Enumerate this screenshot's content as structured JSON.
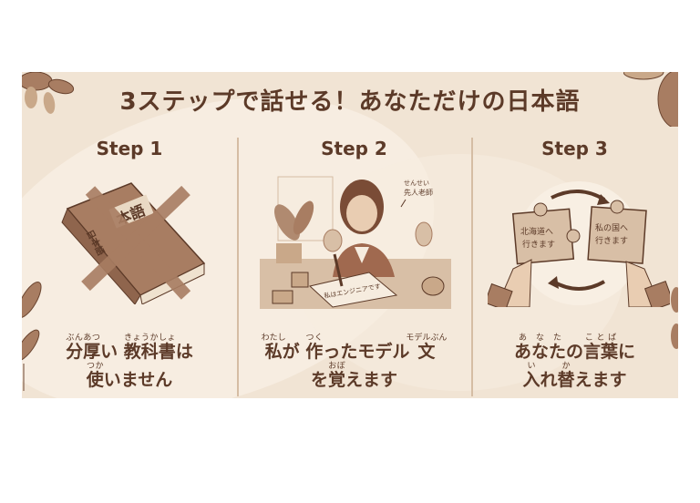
{
  "poster": {
    "title": "3ステップで話せる！あなただけの日本語",
    "colors": {
      "background": "#f1e4d4",
      "text": "#5c3a28",
      "divider": "#d5bda4",
      "illustration": "#a87d62"
    }
  },
  "steps": [
    {
      "label": "Step 1",
      "illustration": {
        "type": "crossed-out-textbook",
        "cover_text": "本語",
        "spine_text": "日本語"
      },
      "caption": {
        "line1": [
          {
            "base": "分厚",
            "ruby": "ぶんあつ"
          },
          {
            "base": "い "
          },
          {
            "base": "教科書",
            "ruby": "きょうかしょ"
          },
          {
            "base": "は"
          }
        ],
        "line2": [
          {
            "base": "使",
            "ruby": "つか"
          },
          {
            "base": "いません"
          }
        ]
      }
    },
    {
      "label": "Step 2",
      "illustration": {
        "type": "teacher-writing",
        "speech_ruby": "せんせい",
        "speech_text": "先人老師",
        "notebook_text": "私はエンジニアです"
      },
      "caption": {
        "line1": [
          {
            "base": "私",
            "ruby": "わたし"
          },
          {
            "base": "が "
          },
          {
            "base": "作",
            "ruby": "つく"
          },
          {
            "base": "ったモデル"
          },
          {
            "base": "文",
            "ruby": "モデルぶん"
          }
        ],
        "line1_extra_ruby": "おぼ",
        "line2": [
          {
            "base": "を"
          },
          {
            "base": "覚",
            "ruby": "おぼ"
          },
          {
            "base": "えます"
          }
        ]
      }
    },
    {
      "label": "Step 3",
      "illustration": {
        "type": "puzzle-swap",
        "left_piece": [
          "北海道へ",
          "行きます"
        ],
        "right_piece": [
          "私の国へ",
          "行きます"
        ]
      },
      "caption": {
        "line1": [
          {
            "base": "あなた",
            "ruby": "あなた"
          },
          {
            "base": "の"
          },
          {
            "base": "言葉",
            "ruby": "ことば"
          },
          {
            "base": "に"
          }
        ],
        "line2": [
          {
            "base": "入",
            "ruby": "い"
          },
          {
            "base": "れ"
          },
          {
            "base": "替",
            "ruby": "か"
          },
          {
            "base": "えます"
          }
        ]
      }
    }
  ]
}
